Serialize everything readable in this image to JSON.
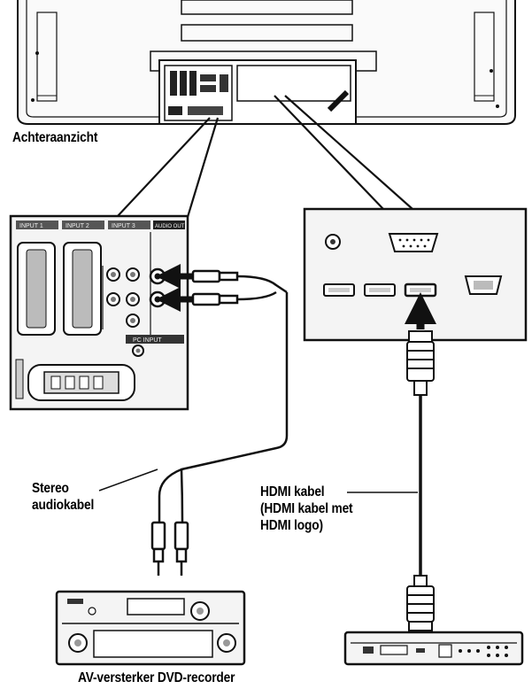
{
  "labels": {
    "rear_view": "Achteraanzicht",
    "stereo_cable_line1": "Stereo",
    "stereo_cable_line2": "audiokabel",
    "hdmi_cable_line1": "HDMI kabel",
    "hdmi_cable_line2": "(HDMI kabel met",
    "hdmi_cable_line3": "HDMI logo)",
    "bottom_caption": "AV-versterker DVD-recorder"
  },
  "panel_labels": {
    "input1": "INPUT 1",
    "input2": "INPUT 2",
    "input3": "INPUT 3",
    "audio_out": "AUDIO OUT",
    "pc_input": "PC INPUT"
  },
  "colors": {
    "line": "#111111",
    "panel_fill": "#f4f4f4",
    "header_fill": "#555555"
  }
}
